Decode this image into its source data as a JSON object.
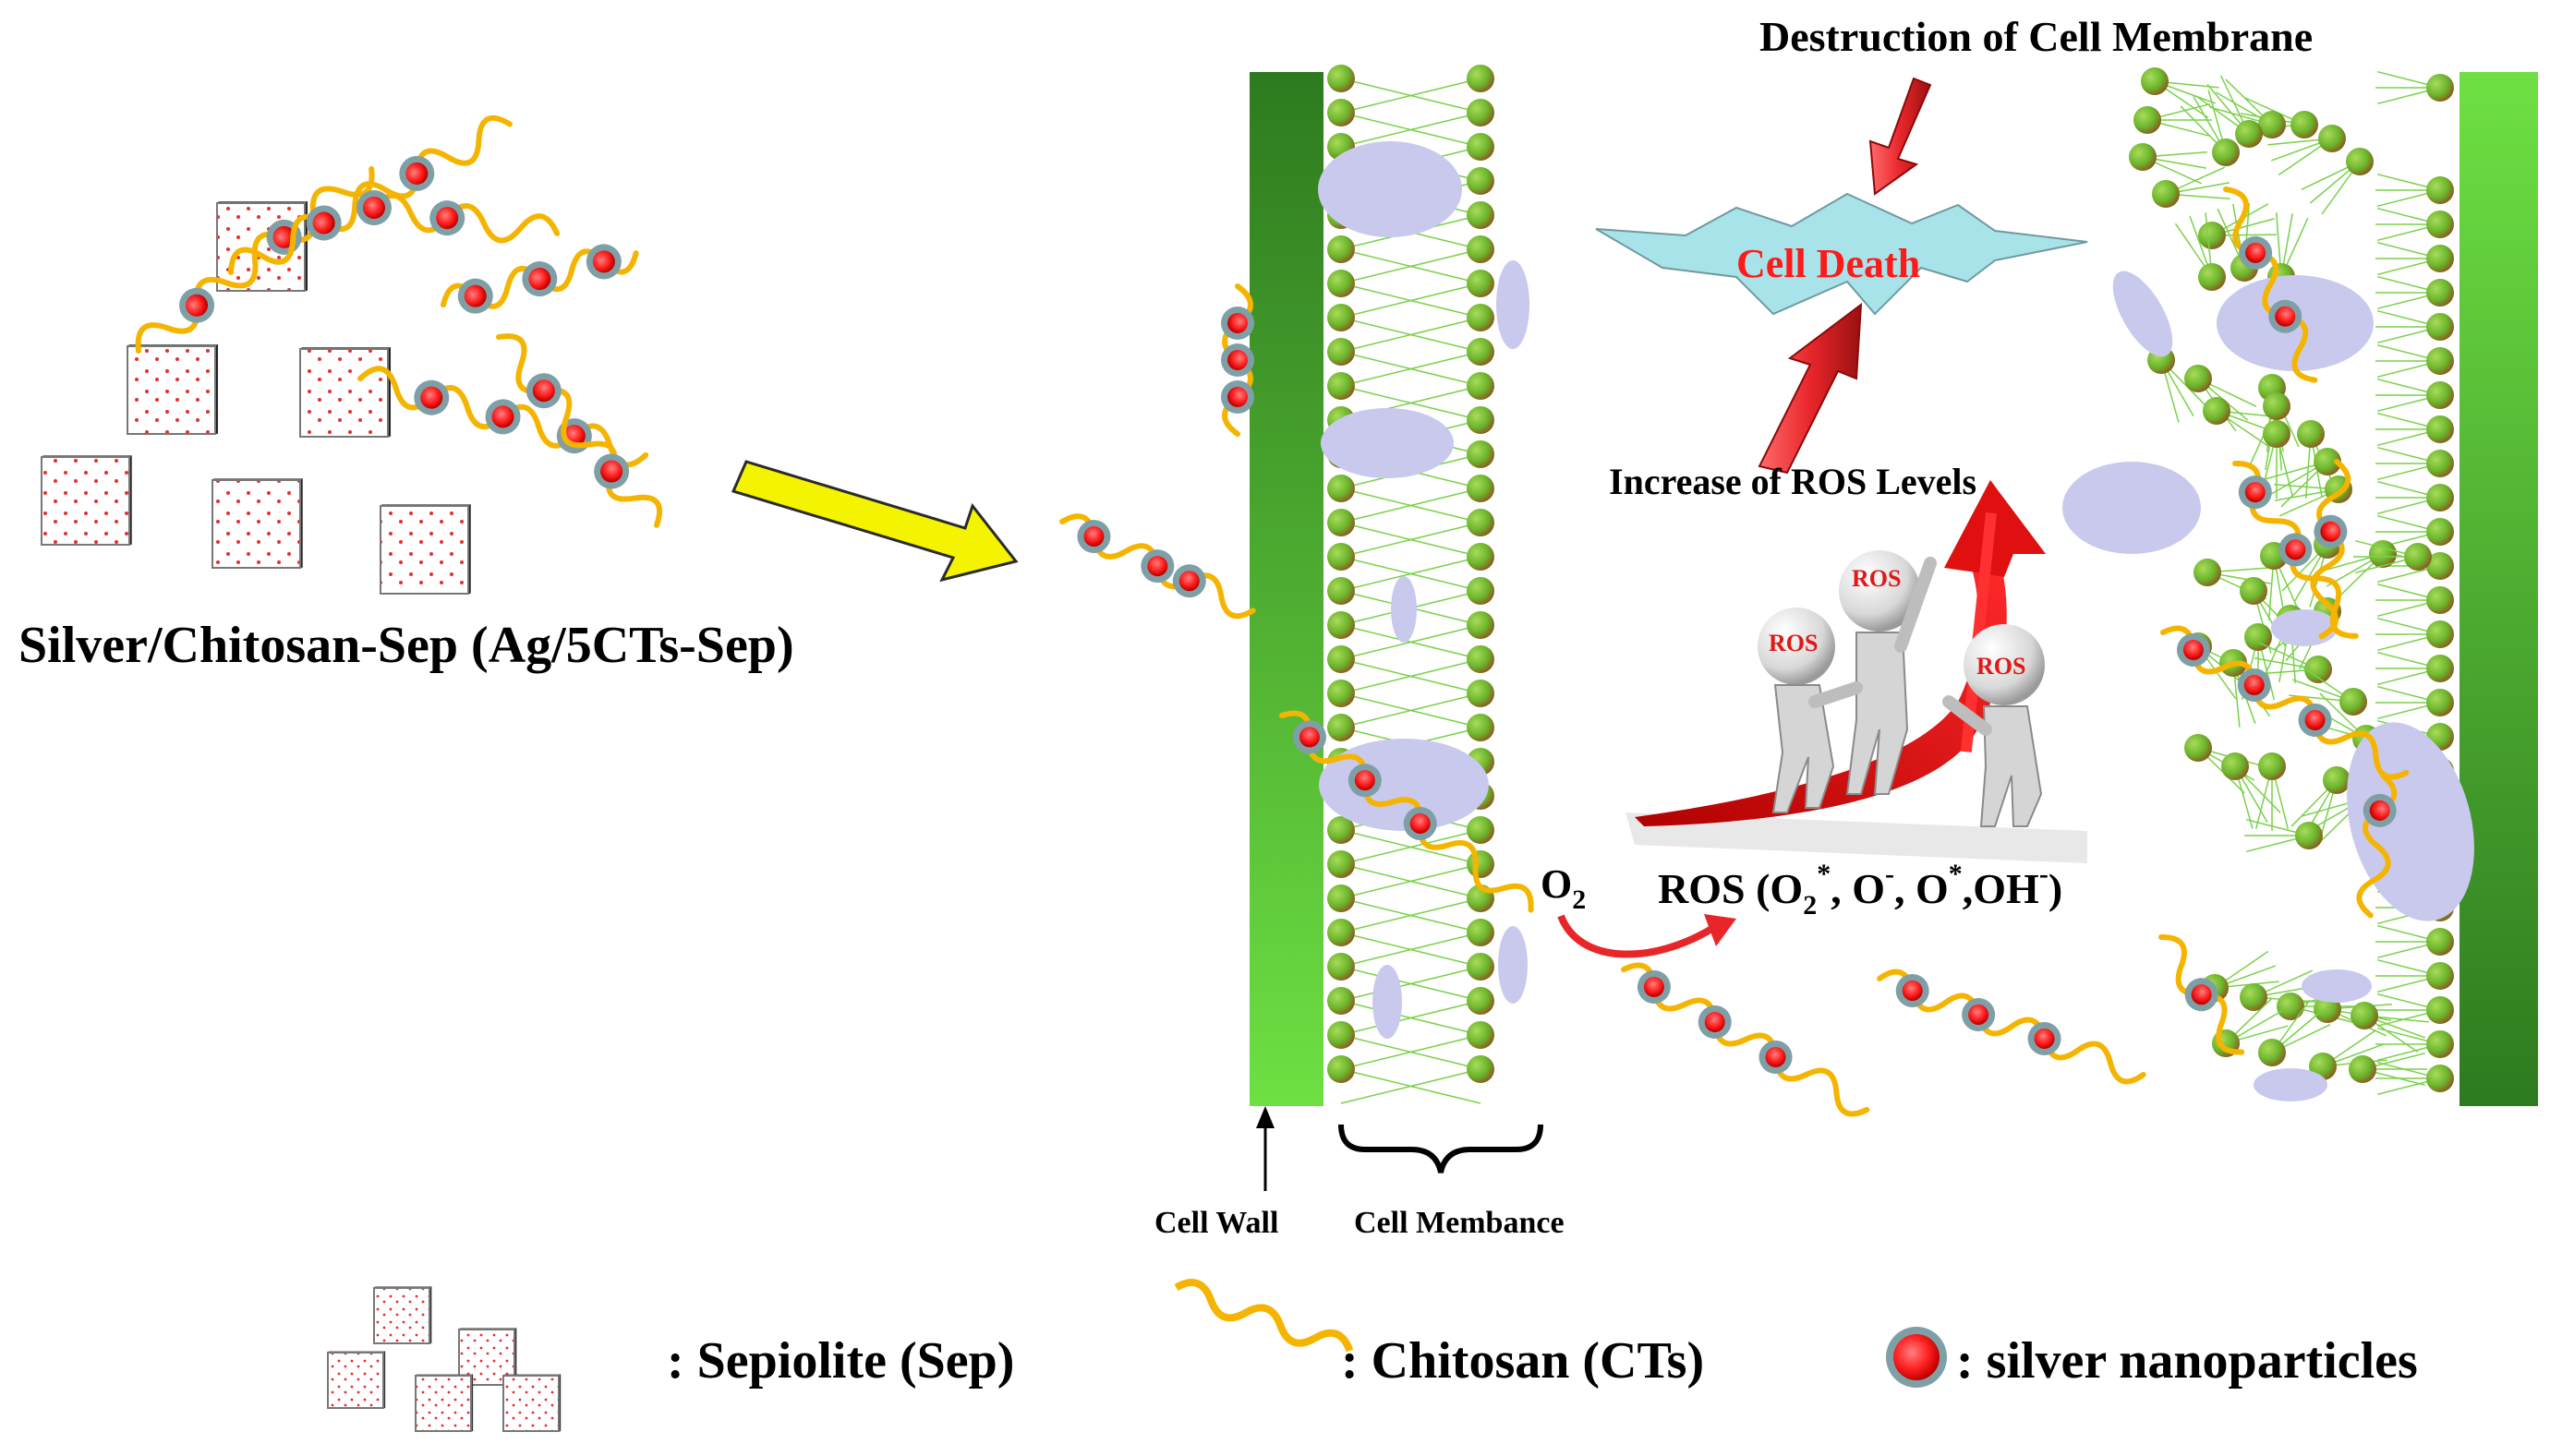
{
  "title_destruction": "Destruction of Cell Membrane",
  "cell_death": "Cell Death",
  "ros_increase": "Increase of ROS Levels",
  "composite_label": "Silver/Chitosan-Sep (Ag/5CTs-Sep)",
  "o2_main": "O",
  "o2_sub": "2",
  "ros_formula": {
    "prefix": "ROS (O",
    "sub1": "2",
    "sup1": "*",
    "mid1": ", O",
    "sup2": "-",
    "mid2": ", O",
    "sup3": "*",
    "mid3": ",OH",
    "sup4": "-",
    "suffix": ")"
  },
  "ros_ball": "ROS",
  "cell_wall_label": "Cell Wall",
  "cell_membrane_label": "Cell Membance",
  "legend": {
    "sepiolite": ": Sepiolite (Sep)",
    "chitosan": ": Chitosan (CTs)",
    "silver": ": silver nanoparticles"
  },
  "colors": {
    "cell_wall": "#5fd23a",
    "cell_wall_dark": "#2f7a1e",
    "lipid_head": "#6fbf2e",
    "protein": "#c9c9ee",
    "chitosan": "#f5b400",
    "silver": "#ff3b3b",
    "silver_ring": "#7f9fa6",
    "arrow_red": "#e8262a",
    "arrow_yellow": "#f4f400",
    "starburst": "#a9e3ea"
  },
  "icons": [
    "sepiolite-block-icon",
    "chitosan-chain-icon",
    "silver-nanoparticle-icon",
    "ros-figure-icon"
  ]
}
